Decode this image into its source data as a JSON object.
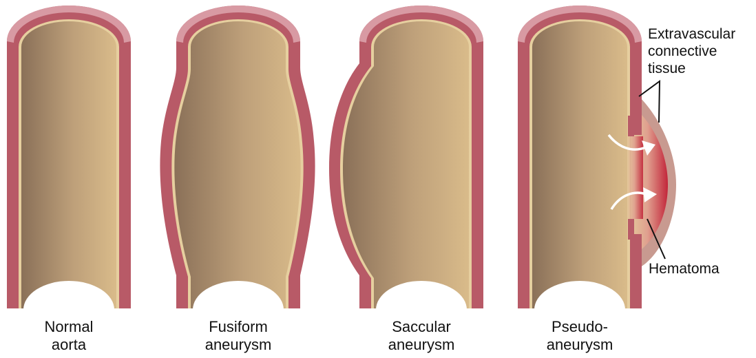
{
  "panels": [
    {
      "line1": "Normal",
      "line2": "aorta"
    },
    {
      "line1": "Fusiform",
      "line2": "aneurysm"
    },
    {
      "line1": "Saccular",
      "line2": "aneurysm"
    },
    {
      "line1": "Pseudo-",
      "line2": "aneurysm"
    }
  ],
  "annotations": {
    "extravascular": [
      "Extravascular",
      "connective",
      "tissue"
    ],
    "hematoma": "Hematoma"
  },
  "colors": {
    "wall": "#b85a67",
    "wall_cap": "#d89aa3",
    "intima": "#e6cf9f",
    "lumen_dark": "#8a7058",
    "lumen_light": "#d9bb8a",
    "hematoma": "#c2253a",
    "connective": "#c89a90"
  }
}
